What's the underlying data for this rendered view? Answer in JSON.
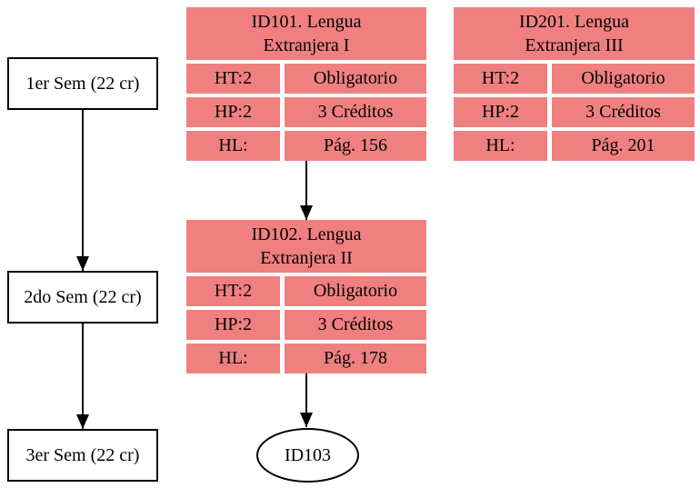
{
  "colors": {
    "course_fill": "#f08080",
    "node_fill": "#ffffff",
    "line_and_text": "#000000"
  },
  "semesters": [
    {
      "label": "1er Sem (22 cr)"
    },
    {
      "label": "2do Sem (22 cr)"
    },
    {
      "label": "3er Sem (22 cr)"
    }
  ],
  "courses": {
    "id101": {
      "title_lines": [
        "ID101. Lengua",
        "Extranjera I"
      ],
      "rows": [
        {
          "key": "HT:2",
          "value": "Obligatorio"
        },
        {
          "key": "HP:2",
          "value": "3 Créditos"
        },
        {
          "key": "HL:",
          "value": "Pág. 156"
        }
      ]
    },
    "id102": {
      "title_lines": [
        "ID102. Lengua",
        "Extranjera II"
      ],
      "rows": [
        {
          "key": "HT:2",
          "value": "Obligatorio"
        },
        {
          "key": "HP:2",
          "value": "3 Créditos"
        },
        {
          "key": "HL:",
          "value": "Pág. 178"
        }
      ]
    },
    "id201": {
      "title_lines": [
        "ID201. Lengua",
        "Extranjera III"
      ],
      "rows": [
        {
          "key": "HT:2",
          "value": "Obligatorio"
        },
        {
          "key": "HP:2",
          "value": "3 Créditos"
        },
        {
          "key": "HL:",
          "value": "Pág. 201"
        }
      ]
    }
  },
  "terminal_node": {
    "label": "ID103"
  },
  "edges": [
    {
      "from": "1er Sem (22 cr)",
      "to": "2do Sem (22 cr)"
    },
    {
      "from": "2do Sem (22 cr)",
      "to": "3er Sem (22 cr)"
    },
    {
      "from": "ID101",
      "to": "ID102"
    },
    {
      "from": "ID102",
      "to": "ID103"
    }
  ]
}
